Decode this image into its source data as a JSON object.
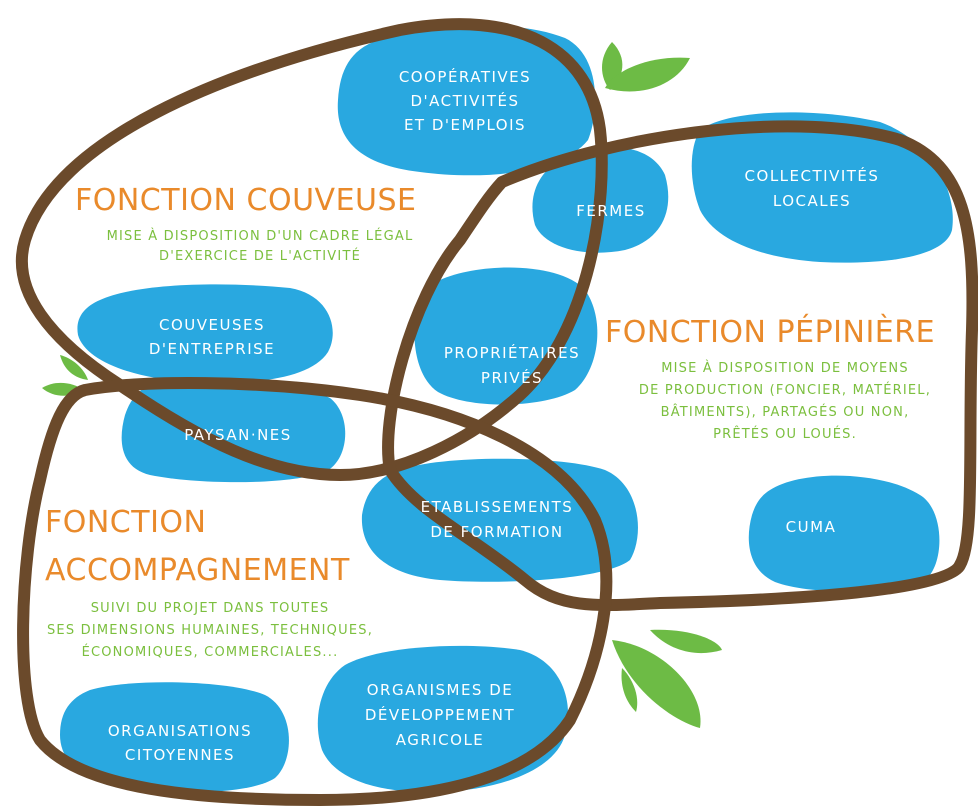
{
  "colors": {
    "bubble": "#29a8e0",
    "outline": "#6b4a2b",
    "title": "#e98a2b",
    "description": "#7bbf3e",
    "leaf": "#6dbb45",
    "bubble_text": "#ffffff"
  },
  "functions": {
    "couveuse": {
      "title": "Fonction couveuse",
      "desc_lines": [
        "Mise à disposition d'un cadre légal",
        "d'exercice de l'activité"
      ]
    },
    "pepiniere": {
      "title": "Fonction pépinière",
      "desc_lines": [
        "Mise à disposition de moyens",
        "de production (foncier, matériel,",
        "bâtiments), partagés ou non,",
        "prêtés ou loués."
      ]
    },
    "accompagnement": {
      "title_lines": [
        "Fonction",
        "accompagnement"
      ],
      "desc_lines": [
        "Suivi du projet dans toutes",
        "ses dimensions humaines, techniques,",
        "économiques, commerciales..."
      ]
    }
  },
  "actors": {
    "cooperatives": [
      "Coopératives",
      "d'activités",
      "et d'emplois"
    ],
    "fermes": [
      "Fermes"
    ],
    "collectivites": [
      "Collectivités",
      "locales"
    ],
    "couveuses": [
      "Couveuses",
      "d'entreprise"
    ],
    "proprietaires": [
      "Propriétaires",
      "privés"
    ],
    "paysans": [
      "Paysan·nes"
    ],
    "etablissements": [
      "Etablissements",
      "de formation"
    ],
    "cuma": [
      "CUMA"
    ],
    "organismes": [
      "Organismes de",
      "développement",
      "agricole"
    ],
    "organisations": [
      "Organisations",
      "citoyennes"
    ]
  },
  "decor": {
    "leaves": [
      "leaf-icon",
      "leaf-icon",
      "leaf-icon",
      "leaf-icon",
      "leaf-icon",
      "leaf-icon"
    ]
  }
}
